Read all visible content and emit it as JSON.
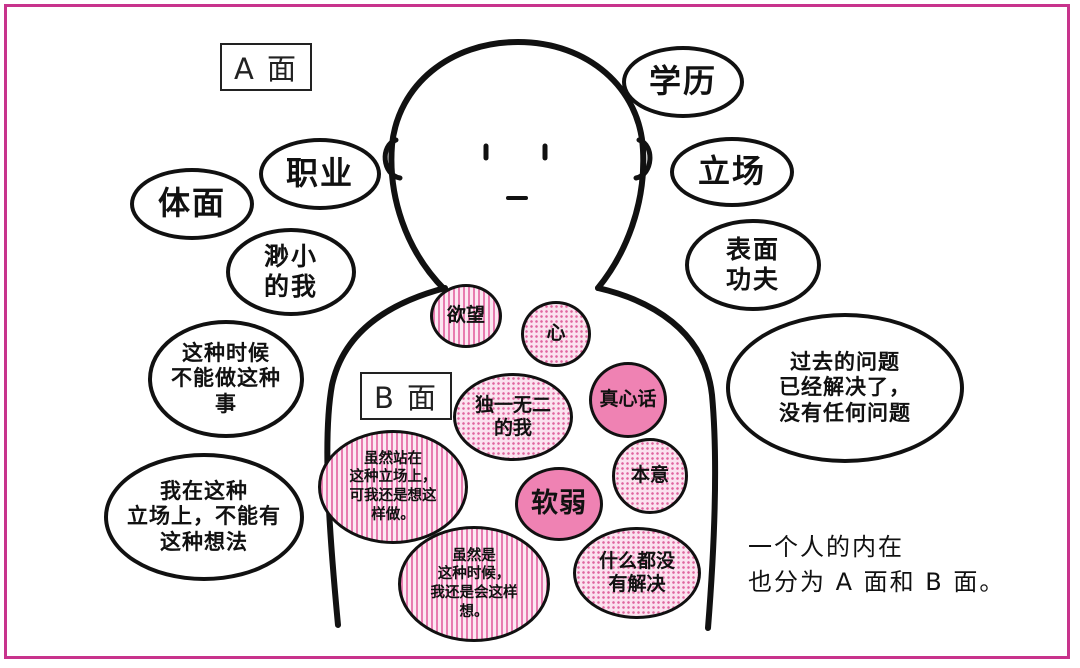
{
  "labels": {
    "a_side": "A 面",
    "b_side": "B 面"
  },
  "a_bubbles": {
    "education": "学历",
    "career": "职业",
    "dignity": "体面",
    "position": "立场",
    "small_me": "渺小\n的我",
    "facade": "表面\n功夫",
    "cannot_do": "这种时候\n不能做这种\n事",
    "solved": "过去的问题\n已经解决了，\n没有任何问题",
    "cannot_think": "我在这种\n立场上，不能有\n这种想法"
  },
  "b_bubbles": {
    "desire": "欲望",
    "heart": "心",
    "unique_me": "独一无二\n的我",
    "true_words": "真心话",
    "although_stand": "虽然站在\n这种立场上，\n可我还是想这\n样做。",
    "true_intent": "本意",
    "weak": "软弱",
    "although_time": "虽然是\n这种时候，\n我还是会这样\n想。",
    "unsolved": "什么都没\n有解决"
  },
  "caption": {
    "line1": "一个人的内在",
    "line2": "也分为 A 面和 B 面。"
  },
  "colors": {
    "frame": "#c8338c",
    "pink_solid": "#ef82b3",
    "pink_light": "#fbe3ef",
    "ink": "#111111"
  }
}
